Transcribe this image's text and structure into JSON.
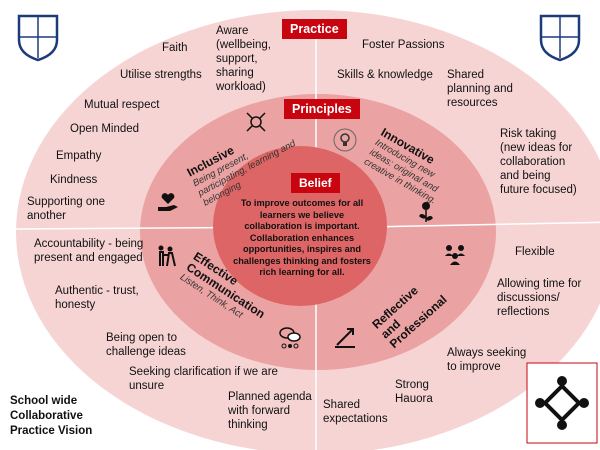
{
  "labels": {
    "practice": "Practice",
    "principles": "Principles",
    "belief": "Belief"
  },
  "belief_text": "To improve outcomes for all learners we believe collaboration is important. Collaboration enhances opportunities, inspires and challenges thinking and fosters rich learning for all.",
  "principles": [
    {
      "title": "Inclusive",
      "subtitle": "Being present, participating, learning and belonging"
    },
    {
      "title": "Innovative",
      "subtitle": "Introducing new ideas: original and creative in thinking."
    },
    {
      "title": "Effective Communication",
      "subtitle": "Listen, Think, Act"
    },
    {
      "title": "Reflective and Professional",
      "subtitle": ""
    }
  ],
  "practice_items": [
    "Faith",
    "Utilise strengths",
    "Aware (wellbeing, support, sharing workload)",
    "Mutual respect",
    "Open Minded",
    "Empathy",
    "Kindness",
    "Supporting one another",
    "Foster Passions",
    "Skills & knowledge",
    "Shared planning and resources",
    "Risk taking (new ideas for collaboration and being future focused)",
    "Accountability - being present and engaged",
    "Authentic - trust, honesty",
    "Being open to challenge ideas",
    "Seeking clarification if we are unsure",
    "Planned agenda with forward thinking",
    "Flexible",
    "Allowing time for discussions/ reflections",
    "Always seeking to improve",
    "Strong Hauora",
    "Shared expectations"
  ],
  "footer": "School wide Collaborative Practice Vision",
  "colors": {
    "outer": "#f6d4d4",
    "middle": "#eba2a2",
    "inner": "#de6565",
    "label": "#c8050f"
  }
}
